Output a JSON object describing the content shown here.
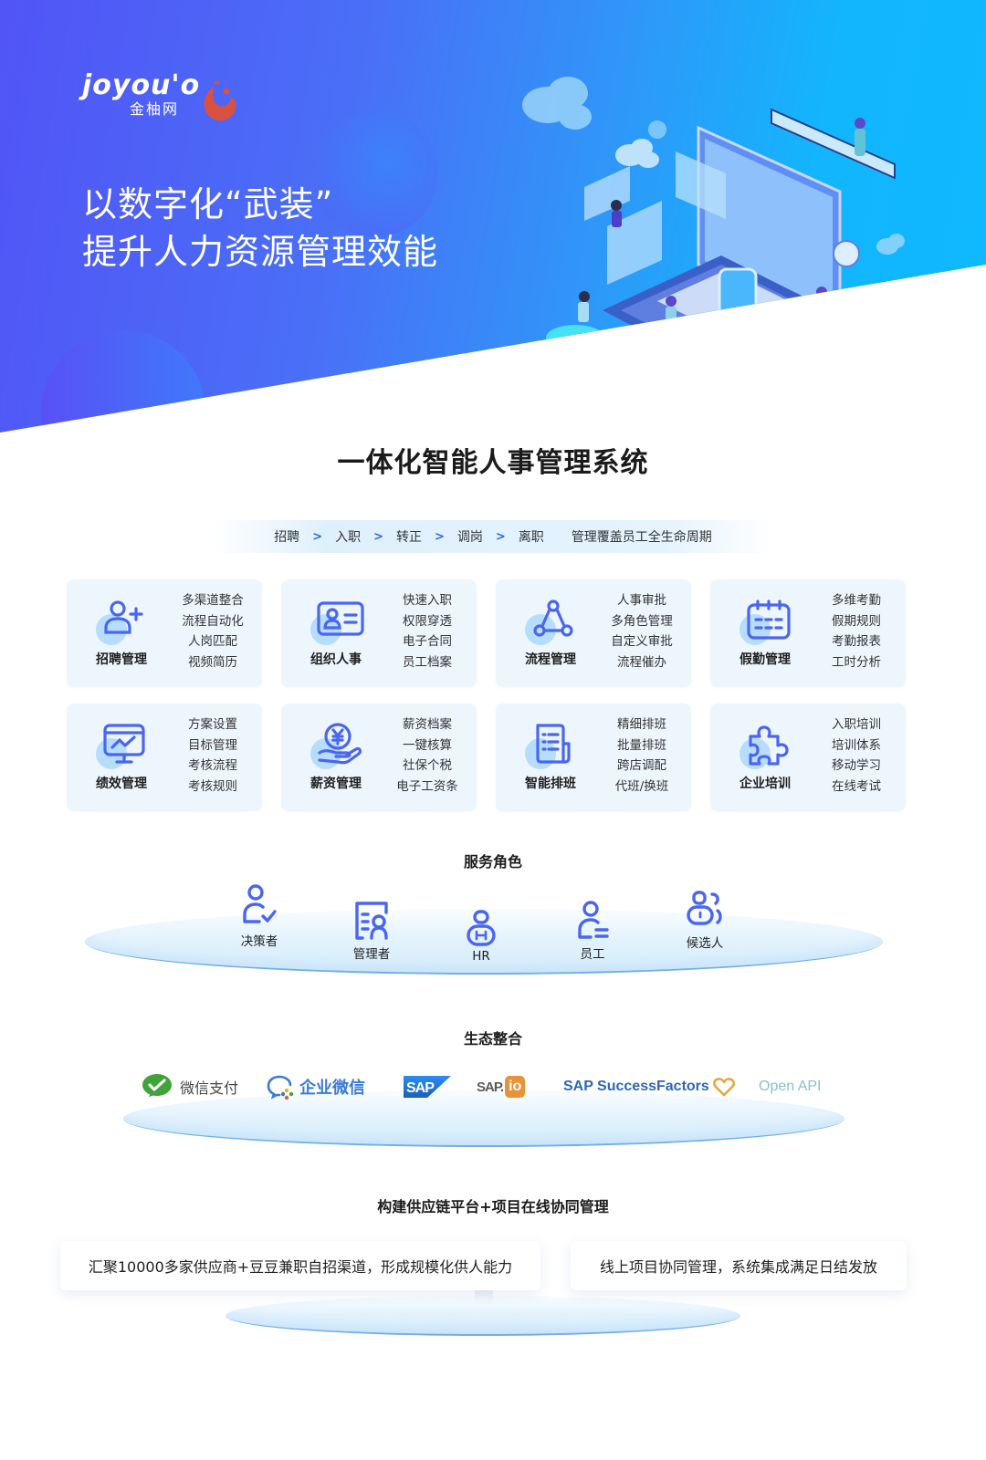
{
  "hero": {
    "logo_text": "joyou'o",
    "logo_cn": "金柚网",
    "title_line1": "以数字化“武装”",
    "title_line2": "提升人力资源管理效能",
    "colors": {
      "gradient_start": "#5154f6",
      "gradient_end": "#10b8ff",
      "logo_mark": "#d9523f"
    }
  },
  "system": {
    "title": "一体化智能人事管理系统",
    "lifecycle": {
      "steps": [
        "招聘",
        "入职",
        "转正",
        "调岗",
        "离职"
      ],
      "arrow": ">",
      "summary": "管理覆盖员工全生命周期"
    },
    "modules": [
      {
        "title": "招聘管理",
        "icon": "user-add-icon",
        "features": [
          "多渠道整合",
          "流程自动化",
          "人岗匹配",
          "视频简历"
        ]
      },
      {
        "title": "组织人事",
        "icon": "id-card-icon",
        "features": [
          "快速入职",
          "权限穿透",
          "电子合同",
          "员工档案"
        ]
      },
      {
        "title": "流程管理",
        "icon": "workflow-icon",
        "features": [
          "人事审批",
          "多角色管理",
          "自定义审批",
          "流程催办"
        ]
      },
      {
        "title": "假勤管理",
        "icon": "calendar-icon",
        "features": [
          "多维考勤",
          "假期规则",
          "考勤报表",
          "工时分析"
        ]
      },
      {
        "title": "绩效管理",
        "icon": "monitor-chart-icon",
        "features": [
          "方案设置",
          "目标管理",
          "考核流程",
          "考核规则"
        ]
      },
      {
        "title": "薪资管理",
        "icon": "salary-hand-icon",
        "features": [
          "薪资档案",
          "一键核算",
          "社保个税",
          "电子工资条"
        ]
      },
      {
        "title": "智能排班",
        "icon": "schedule-list-icon",
        "features": [
          "精细排班",
          "批量排班",
          "跨店调配",
          "代班/换班"
        ]
      },
      {
        "title": "企业培训",
        "icon": "puzzle-icon",
        "features": [
          "入职培训",
          "培训体系",
          "移动学习",
          "在线考试"
        ]
      }
    ],
    "icon_color": "#4a66f0"
  },
  "roles": {
    "title": "服务角色",
    "items": [
      {
        "label": "决策者",
        "icon": "user-check-icon"
      },
      {
        "label": "管理者",
        "icon": "user-document-icon"
      },
      {
        "label": "HR",
        "icon": "hr-badge-icon"
      },
      {
        "label": "员工",
        "icon": "employee-icon"
      },
      {
        "label": "候选人",
        "icon": "group-users-icon"
      }
    ]
  },
  "ecosystem": {
    "title": "生态整合",
    "partners": [
      {
        "label": "微信支付",
        "icon": "wechat-pay-icon",
        "color": "#3fa33a"
      },
      {
        "label": "企业微信",
        "icon": "wecom-icon",
        "color": "#3a7ad5"
      },
      {
        "label": "SAP",
        "icon": "sap-logo",
        "color": "#1e5fb8"
      },
      {
        "label": "SAP.",
        "suffix": "io",
        "icon": "sap-io-logo",
        "color": "#e8923a"
      },
      {
        "label": "SAP SuccessFactors",
        "icon": "heart-outline-icon",
        "color": "#2f66b6"
      },
      {
        "label": "Open API",
        "color": "#87c1c9"
      }
    ]
  },
  "supply_chain": {
    "title": "构建供应链平台+项目在线协同管理",
    "items": [
      "汇聚10000多家供应商+豆豆兼职自招渠道，形成规模化供人能力",
      "线上项目协同管理，系统集成满足日结发放"
    ]
  }
}
